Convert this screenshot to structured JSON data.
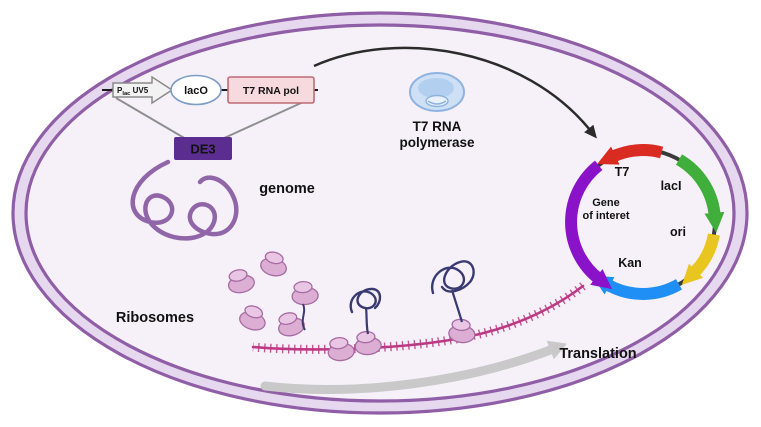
{
  "construct": {
    "promoter_p": "P",
    "promoter_sub": "lac",
    "promoter_rest": " UV5",
    "operator": "lacO",
    "t7_gene": "T7 RNA pol",
    "de3": "DE3",
    "genome": "genome"
  },
  "polymerase": {
    "line1": "T7 RNA",
    "line2": "polymerase"
  },
  "plasmid": {
    "t7": "T7",
    "laci": "lacI",
    "ori": "ori",
    "kan": "Kan",
    "goi_line1": "Gene",
    "goi_line2": "of interet"
  },
  "translation": {
    "ribosomes": "Ribosomes",
    "label": "Translation"
  },
  "colors": {
    "membrane": "#8f5ea6",
    "membrane_band": "#e6d8ee",
    "cell_fill": "#f6f0f9",
    "de3_purple": "#5c2d91",
    "genome_purple": "#9166a8",
    "plasmid_t7_red": "#d92b22",
    "plasmid_laci_green": "#3fae3a",
    "plasmid_ori_yellow": "#e9c51f",
    "plasmid_kan_blue": "#1f8ef5",
    "plasmid_goi_purple": "#8a12c9",
    "mrna_pink": "#bc3a84",
    "translation_gray": "#c9c9c9",
    "arrow_black": "#2b2b2b"
  }
}
